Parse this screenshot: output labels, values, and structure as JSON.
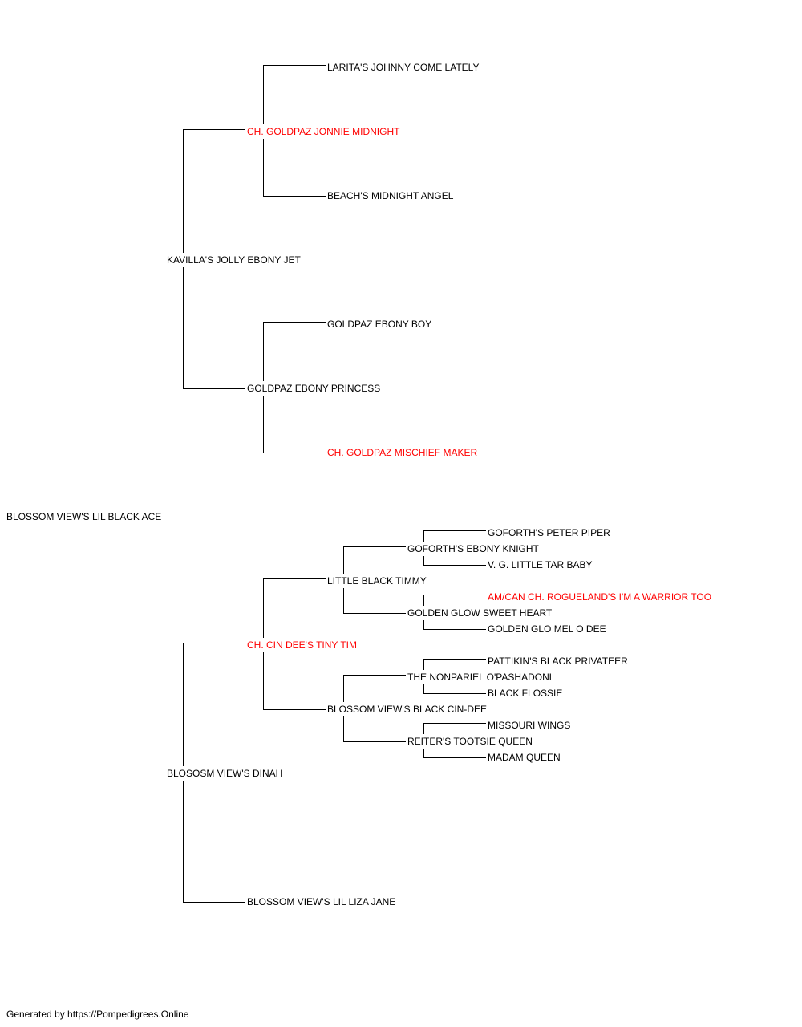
{
  "pedigree": {
    "subject": {
      "name": "BLOSSOM VIEW'S LIL BLACK ACE",
      "champion": false
    },
    "sire": {
      "name": "KAVILLA'S JOLLY EBONY JET",
      "champion": false
    },
    "sire_sire": {
      "name": "CH. GOLDPAZ JONNIE MIDNIGHT",
      "champion": true
    },
    "sire_sire_sire": {
      "name": "LARITA'S JOHNNY COME LATELY",
      "champion": false
    },
    "sire_sire_dam": {
      "name": "BEACH'S MIDNIGHT ANGEL",
      "champion": false
    },
    "sire_dam": {
      "name": "GOLDPAZ EBONY PRINCESS",
      "champion": false
    },
    "sire_dam_sire": {
      "name": "GOLDPAZ EBONY BOY",
      "champion": false
    },
    "sire_dam_dam": {
      "name": "CH. GOLDPAZ MISCHIEF MAKER",
      "champion": true
    },
    "dam": {
      "name": "BLOSOSM VIEW'S DINAH",
      "champion": false
    },
    "dam_sire": {
      "name": "CH. CIN DEE'S TINY TIM",
      "champion": true
    },
    "dam_sire_sire": {
      "name": "LITTLE BLACK TIMMY",
      "champion": false
    },
    "dam_sire_sire_sire": {
      "name": "GOFORTH'S EBONY KNIGHT",
      "champion": false
    },
    "dam_sire_sire_sire_sire": {
      "name": "GOFORTH'S PETER PIPER",
      "champion": false
    },
    "dam_sire_sire_sire_dam": {
      "name": "V. G. LITTLE TAR BABY",
      "champion": false
    },
    "dam_sire_sire_dam": {
      "name": "GOLDEN GLOW SWEET HEART",
      "champion": false
    },
    "dam_sire_sire_dam_sire": {
      "name": "AM/CAN CH. ROGUELAND'S I'M A WARRIOR TOO",
      "champion": true
    },
    "dam_sire_sire_dam_dam": {
      "name": "GOLDEN GLO MEL O DEE",
      "champion": false
    },
    "dam_sire_dam": {
      "name": "BLOSSOM VIEW'S BLACK CIN-DEE",
      "champion": false
    },
    "dam_sire_dam_sire": {
      "name": "THE NONPARIEL O'PASHADONL",
      "champion": false
    },
    "dam_sire_dam_sire_sire": {
      "name": "PATTIKIN'S BLACK PRIVATEER",
      "champion": false
    },
    "dam_sire_dam_sire_dam": {
      "name": "BLACK FLOSSIE",
      "champion": false
    },
    "dam_sire_dam_dam": {
      "name": "REITER'S TOOTSIE QUEEN",
      "champion": false
    },
    "dam_sire_dam_dam_sire": {
      "name": "MISSOURI WINGS",
      "champion": false
    },
    "dam_sire_dam_dam_dam": {
      "name": "MADAM QUEEN",
      "champion": false
    },
    "dam_dam": {
      "name": "BLOSSOM VIEW'S LIL LIZA JANE",
      "champion": false
    }
  },
  "colors": {
    "champion": "#ff0000",
    "normal": "#000000",
    "lines": "#000000"
  },
  "footer": "Generated by https://Pompedigrees.Online"
}
